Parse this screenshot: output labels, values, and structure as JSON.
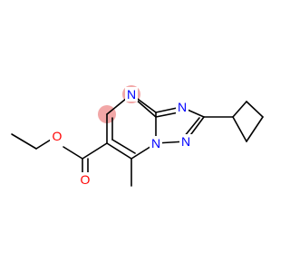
{
  "molecule": {
    "atoms": {
      "ring_n_top": {
        "symbol": "N"
      },
      "triazole_n_right": {
        "symbol": "N"
      },
      "bridge_n": {
        "symbol": "N"
      },
      "triazole_n_lower": {
        "symbol": "N"
      },
      "ester_o_single": {
        "symbol": "O"
      },
      "ester_o_double": {
        "symbol": "O"
      }
    },
    "colors": {
      "nitrogen": "#0000ff",
      "oxygen": "#ff0000",
      "carbon": "#000000",
      "highlight": "#f2a7a7"
    }
  }
}
